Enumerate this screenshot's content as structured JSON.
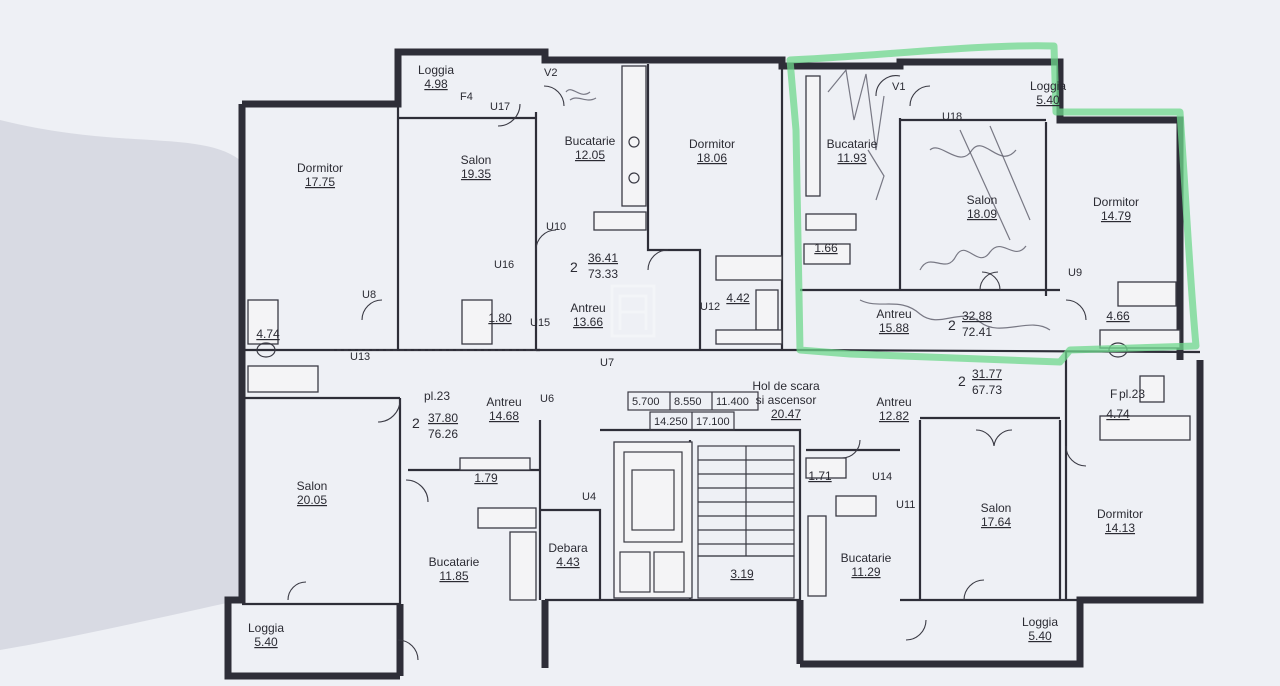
{
  "plan": {
    "rooms": [
      {
        "id": "dormitor-w",
        "name": "Dormitor",
        "area": "17.75"
      },
      {
        "id": "salon-nw",
        "name": "Salon",
        "area": "19.35"
      },
      {
        "id": "bucatarie-n",
        "name": "Bucatarie",
        "area": "12.05"
      },
      {
        "id": "dormitor-n",
        "name": "Dormitor",
        "area": "18.06"
      },
      {
        "id": "bucatarie-ne",
        "name": "Bucatarie",
        "area": "11.93"
      },
      {
        "id": "salon-ne",
        "name": "Salon",
        "area": "18.09"
      },
      {
        "id": "dormitor-e",
        "name": "Dormitor",
        "area": "14.79"
      },
      {
        "id": "antreu-n",
        "name": "Antreu",
        "area": "13.66"
      },
      {
        "id": "antreu-ne",
        "name": "Antreu",
        "area": "15.88"
      },
      {
        "id": "antreu-w",
        "name": "Antreu",
        "area": "14.68"
      },
      {
        "id": "antreu-se",
        "name": "Antreu",
        "area": "12.82"
      },
      {
        "id": "hol",
        "name": "Hol de scara\nsi ascensor",
        "area": "20.47"
      },
      {
        "id": "salon-sw",
        "name": "Salon",
        "area": "20.05"
      },
      {
        "id": "bucatarie-sw",
        "name": "Bucatarie",
        "area": "11.85"
      },
      {
        "id": "debara",
        "name": "Debara",
        "area": "4.43"
      },
      {
        "id": "bucatarie-se",
        "name": "Bucatarie",
        "area": "11.29"
      },
      {
        "id": "salon-se",
        "name": "Salon",
        "area": "17.64"
      },
      {
        "id": "dormitor-se",
        "name": "Dormitor",
        "area": "14.13"
      },
      {
        "id": "loggia-n",
        "name": "Loggia",
        "area": "4.98"
      },
      {
        "id": "loggia-ne",
        "name": "Loggia",
        "area": "5.40"
      },
      {
        "id": "loggia-sw",
        "name": "Loggia",
        "area": "5.40"
      },
      {
        "id": "loggia-se",
        "name": "Loggia",
        "area": "5.40"
      }
    ],
    "small_areas": [
      "4.74",
      "4.42",
      "1.80",
      "1.66",
      "4.66",
      "1.79",
      "1.71",
      "3.19",
      "4.74"
    ],
    "apartments": [
      {
        "rooms": "2",
        "living": "36.41",
        "total": "73.33"
      },
      {
        "rooms": "2",
        "living": "32.88",
        "total": "72.41"
      },
      {
        "rooms": "2",
        "living": "31.77",
        "total": "67.73"
      },
      {
        "rooms": "2",
        "living": "37.80",
        "total": "76.26"
      }
    ],
    "pl_labels": [
      "pl.23",
      "pl.23"
    ],
    "fpl": "F",
    "door_codes": [
      "U17",
      "U10",
      "U8",
      "U16",
      "U12",
      "U15",
      "U13",
      "U6",
      "U7",
      "U4",
      "U11",
      "U14",
      "U18",
      "U9",
      "V1",
      "V2",
      "F4"
    ],
    "elevation_table": {
      "row1": [
        "5.700",
        "8.550",
        "11.400"
      ],
      "row2": [
        "14.250",
        "17.100"
      ]
    },
    "highlight_color": "#6fd88c",
    "wall_color": "#2e2e38"
  }
}
